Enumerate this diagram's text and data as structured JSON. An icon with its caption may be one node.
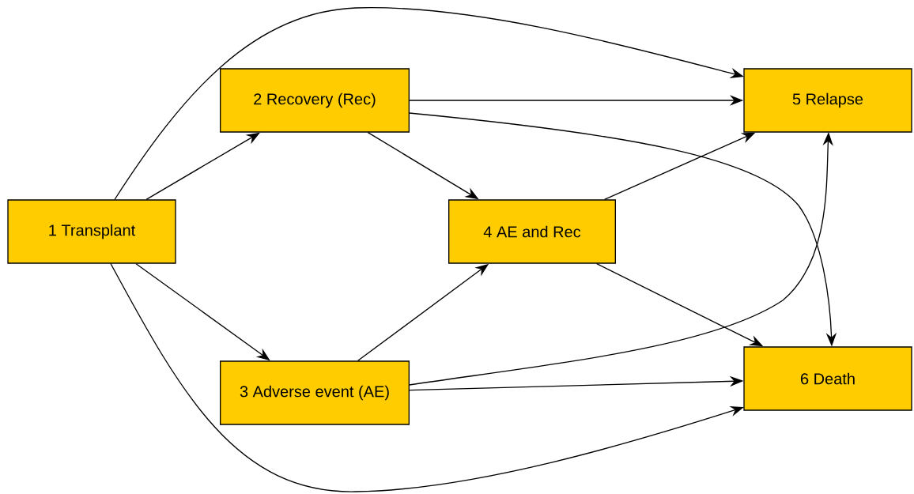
{
  "diagram": {
    "nodes": [
      {
        "text": [
          "1 Transplant"
        ]
      },
      {
        "text": [
          "2 Recovery (Rec)"
        ]
      },
      {
        "text": [
          "3 Adverse event (AE)"
        ]
      },
      {
        "text": [
          "4 AE and Rec"
        ]
      },
      {
        "text": [
          "5 Relapse"
        ]
      },
      {
        "text": [
          "6 Death"
        ]
      }
    ],
    "edges": [
      {
        "from": 0,
        "to": 1,
        "arrow": "to"
      },
      {
        "from": 0,
        "to": 2,
        "arrow": "to"
      },
      {
        "from": 0,
        "to": 4,
        "arrow": "to"
      },
      {
        "from": 0,
        "to": 5,
        "arrow": "to"
      },
      {
        "from": 1,
        "to": 3,
        "arrow": "to"
      },
      {
        "from": 1,
        "to": 4,
        "arrow": "to"
      },
      {
        "from": 1,
        "to": 5,
        "arrow": "to"
      },
      {
        "from": 2,
        "to": 3,
        "arrow": "to"
      },
      {
        "from": 2,
        "to": 4,
        "arrow": "to"
      },
      {
        "from": 2,
        "to": 5,
        "arrow": "to"
      },
      {
        "from": 3,
        "to": 4,
        "arrow": "to"
      },
      {
        "from": 3,
        "to": 5,
        "arrow": "to"
      }
    ]
  }
}
